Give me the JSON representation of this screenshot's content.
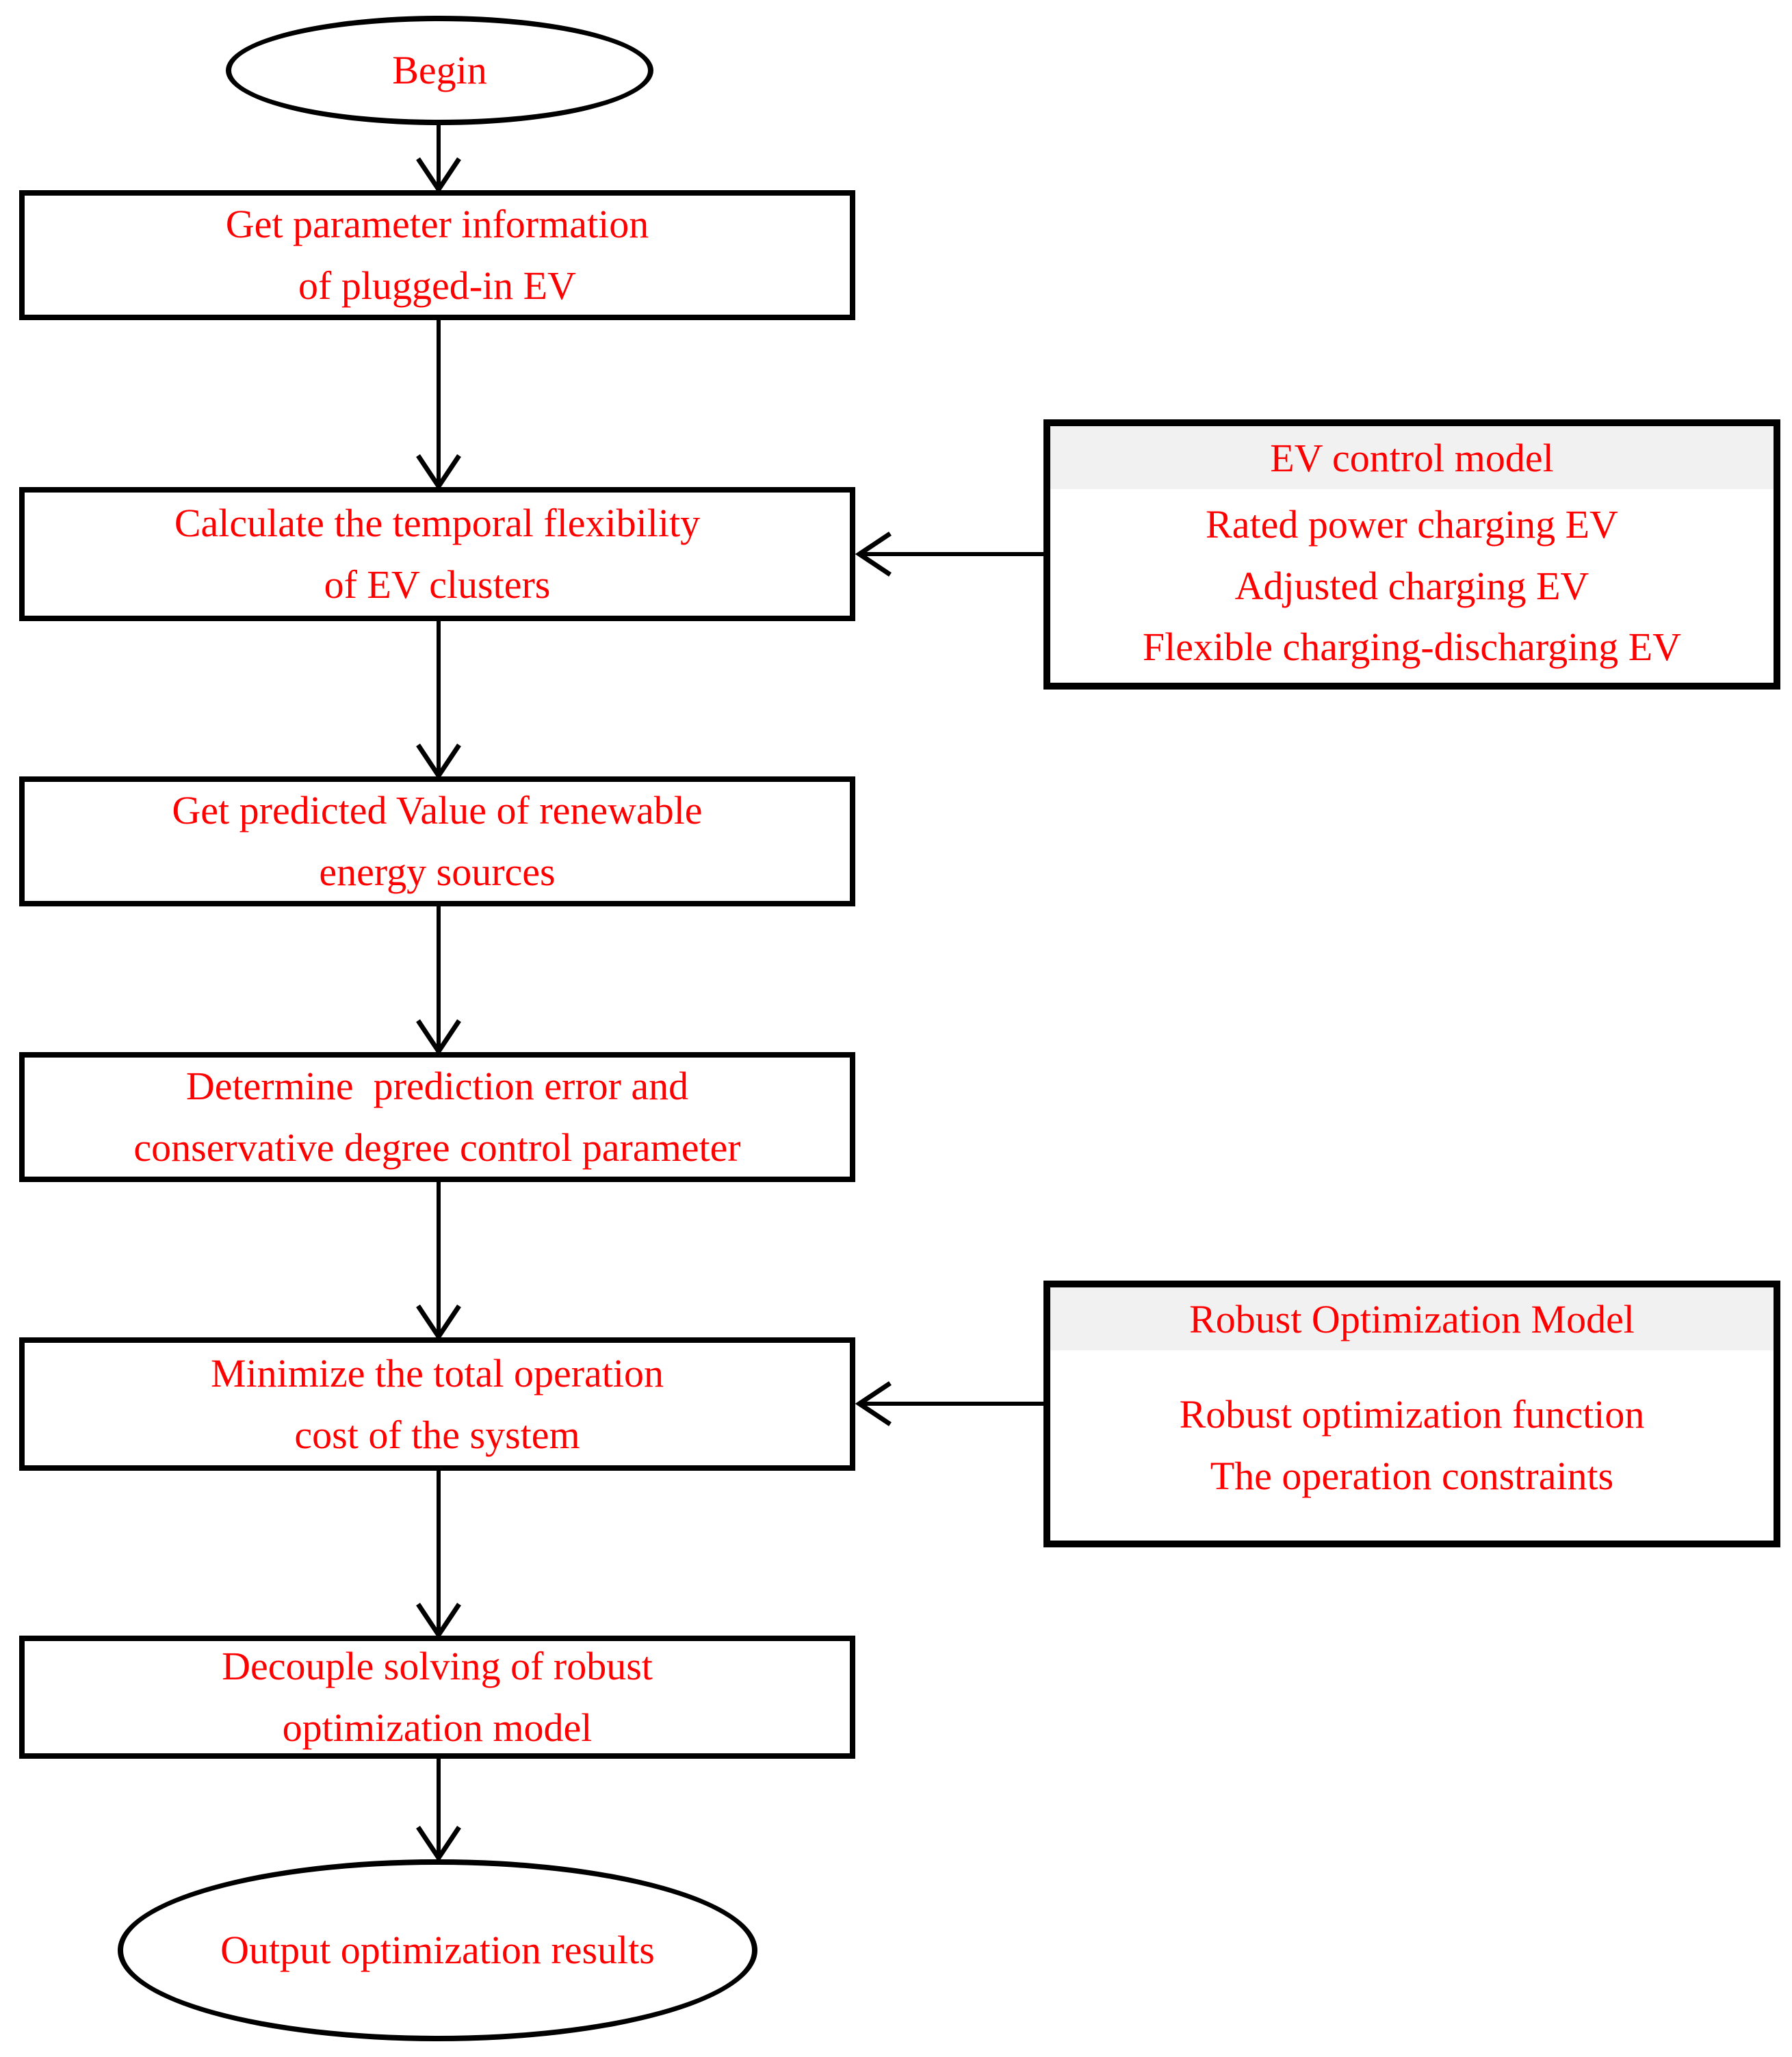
{
  "colors": {
    "accent_text": "#ff0000",
    "line": "#000000",
    "panel_header_bg": "#f1f1f1",
    "background": "#ffffff"
  },
  "flowchart": {
    "begin_label": "Begin",
    "steps": [
      {
        "label": "Get parameter information\nof plugged-in EV"
      },
      {
        "label": "Calculate the temporal flexibility\nof EV clusters"
      },
      {
        "label": "Get predicted Value of renewable\nenergy sources"
      },
      {
        "label": "Determine  prediction error and\nconservative degree control parameter"
      },
      {
        "label": "Minimize the total operation\ncost of the system"
      },
      {
        "label": "Decouple solving of robust\noptimization model"
      }
    ],
    "end_label": "Output optimization results",
    "side_panels": [
      {
        "title": "EV control model",
        "body": "Rated power charging EV\nAdjusted charging EV\nFlexible charging-discharging EV"
      },
      {
        "title": "Robust Optimization Model",
        "body": "Robust optimization function\nThe operation constraints"
      }
    ]
  }
}
